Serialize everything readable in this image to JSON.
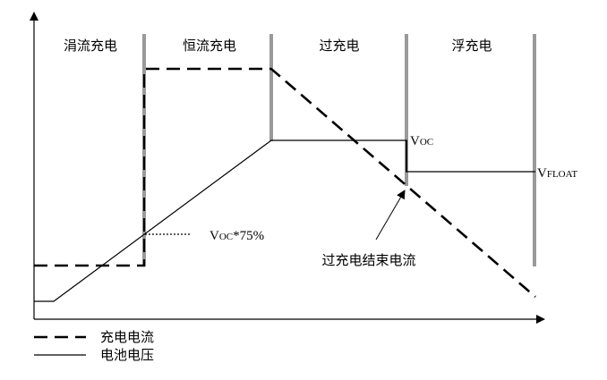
{
  "phases": {
    "trickle": "涓流充电",
    "constant": "恒流充电",
    "over": "过充电",
    "float": "浮充电"
  },
  "labels": {
    "voc_main": "V",
    "voc_sub": "OC",
    "voc75_main": "V",
    "voc75_sub": "OC",
    "voc75_tail": "*75%",
    "vfloat_main": "V",
    "vfloat_sub": "FLOAT",
    "end_current": "过充电结束电流"
  },
  "legend": {
    "current": "充电电流",
    "voltage": "电池电压"
  },
  "colors": {
    "stroke": "#000000",
    "background": "#ffffff"
  }
}
